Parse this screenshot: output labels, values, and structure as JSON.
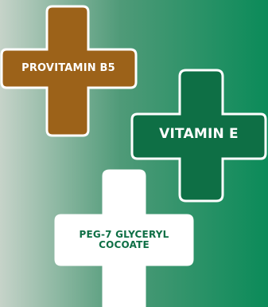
{
  "background": {
    "gradient_from": "#c6d3c9",
    "gradient_mid": "#4f9a78",
    "gradient_to": "#0b8b59"
  },
  "crosses": [
    {
      "name": "provitamin-b5",
      "label": "PROVITAMIN B5",
      "fill": "#9c6219",
      "outline": "#ffffff",
      "text_color": "#ffffff"
    },
    {
      "name": "vitamin-e",
      "label": "VITAMIN E",
      "fill": "#0e6f45",
      "outline": "#ffffff",
      "text_color": "#ffffff"
    },
    {
      "name": "peg-7-glyceryl-cocoate",
      "label": "PEG-7 GLYCERYL\nCOCOATE",
      "fill": "#ffffff",
      "outline": "#ffffff",
      "text_color": "#0e6f45"
    }
  ]
}
